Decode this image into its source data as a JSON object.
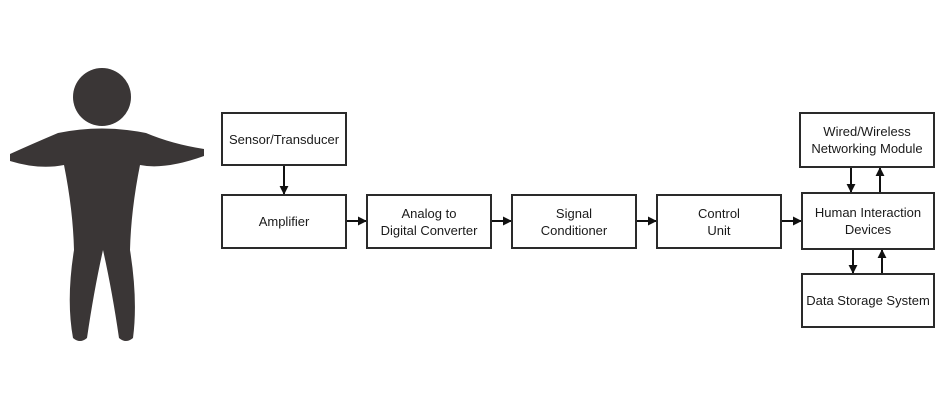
{
  "diagram": {
    "person_icon": "person-silhouette-icon",
    "colors": {
      "figure": "#3a3636",
      "stroke": "#2a2a2a",
      "background": "#ffffff"
    },
    "blocks": {
      "sensor": "Sensor/Transducer",
      "amplifier": "Amplifier",
      "adc": "Analog to\nDigital Converter",
      "signal_conditioner": "Signal\nConditioner",
      "control_unit": "Control\nUnit",
      "human_interaction": "Human Interaction\nDevices",
      "networking": "Wired/Wireless\nNetworking Module",
      "storage": "Data Storage System"
    },
    "connections": [
      {
        "from": "sensor",
        "to": "amplifier"
      },
      {
        "from": "amplifier",
        "to": "adc"
      },
      {
        "from": "adc",
        "to": "signal_conditioner"
      },
      {
        "from": "signal_conditioner",
        "to": "control_unit"
      },
      {
        "from": "control_unit",
        "to": "human_interaction"
      },
      {
        "from": "networking",
        "to": "human_interaction"
      },
      {
        "from": "human_interaction",
        "to": "networking"
      },
      {
        "from": "human_interaction",
        "to": "storage"
      },
      {
        "from": "storage",
        "to": "human_interaction"
      }
    ]
  }
}
